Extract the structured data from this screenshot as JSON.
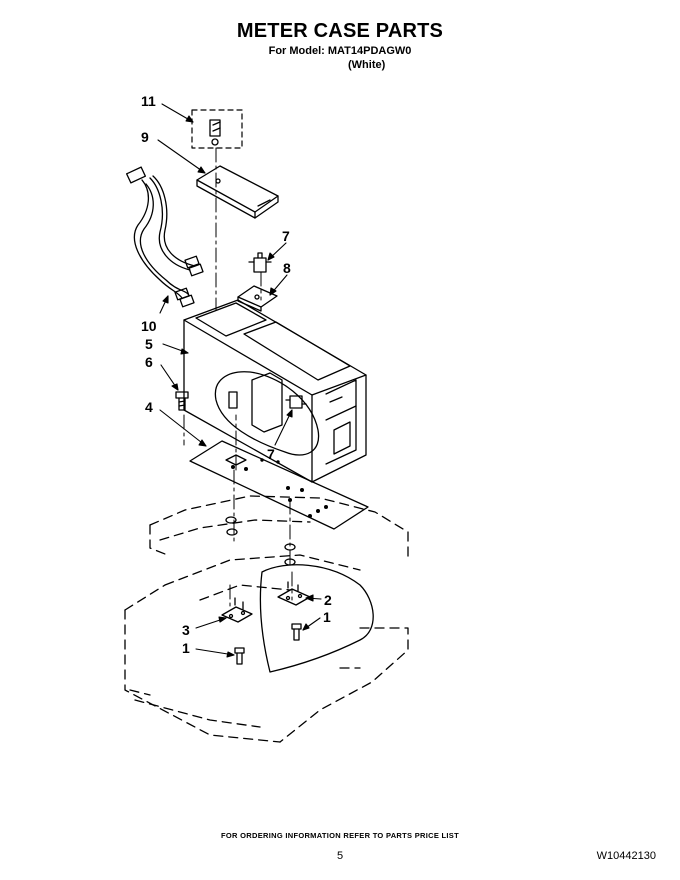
{
  "header": {
    "title": "METER CASE PARTS",
    "model_line": "For Model: MAT14PDAGW0",
    "color_line": "(White)"
  },
  "callouts": [
    {
      "id": "11",
      "label": "11"
    },
    {
      "id": "9",
      "label": "9"
    },
    {
      "id": "7a",
      "label": "7"
    },
    {
      "id": "8",
      "label": "8"
    },
    {
      "id": "10",
      "label": "10"
    },
    {
      "id": "5",
      "label": "5"
    },
    {
      "id": "6",
      "label": "6"
    },
    {
      "id": "4",
      "label": "4"
    },
    {
      "id": "7b",
      "label": "7"
    },
    {
      "id": "2",
      "label": "2"
    },
    {
      "id": "1a",
      "label": "1"
    },
    {
      "id": "3",
      "label": "3"
    },
    {
      "id": "1b",
      "label": "1"
    }
  ],
  "footer": {
    "ordering_note": "FOR ORDERING INFORMATION REFER TO PARTS PRICE LIST",
    "page_number": "5",
    "document_number": "W10442130"
  }
}
